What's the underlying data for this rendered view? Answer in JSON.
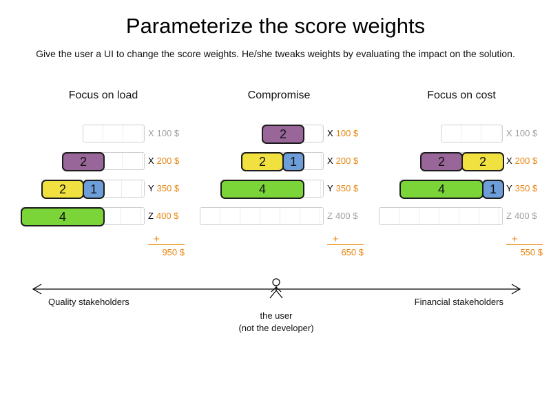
{
  "title": "Parameterize the score weights",
  "subtitle": "Give the user a UI to change the score weights. He/she tweaks weights by evaluating the impact on the solution.",
  "sum_plus": "+",
  "columns": [
    {
      "title": "Focus on load",
      "total": "950 $",
      "rows": [
        {
          "letter": "X",
          "price": "100 $",
          "capacity": 3,
          "used": false,
          "blocks": []
        },
        {
          "letter": "X",
          "price": "200 $",
          "capacity": 4,
          "used": true,
          "blocks": [
            {
              "value": "2",
              "color": "purple"
            }
          ]
        },
        {
          "letter": "Y",
          "price": "350 $",
          "capacity": 5,
          "used": true,
          "blocks": [
            {
              "value": "2",
              "color": "yellow"
            },
            {
              "value": "1",
              "color": "blue"
            }
          ]
        },
        {
          "letter": "Z",
          "price": "400 $",
          "capacity": 6,
          "used": true,
          "blocks": [
            {
              "value": "4",
              "color": "green"
            }
          ]
        }
      ]
    },
    {
      "title": "Compromise",
      "total": "650 $",
      "rows": [
        {
          "letter": "X",
          "price": "100 $",
          "capacity": 3,
          "used": true,
          "blocks": [
            {
              "value": "2",
              "color": "purple"
            }
          ]
        },
        {
          "letter": "X",
          "price": "200 $",
          "capacity": 4,
          "used": true,
          "blocks": [
            {
              "value": "2",
              "color": "yellow"
            },
            {
              "value": "1",
              "color": "blue"
            }
          ]
        },
        {
          "letter": "Y",
          "price": "350 $",
          "capacity": 5,
          "used": true,
          "blocks": [
            {
              "value": "4",
              "color": "green"
            }
          ]
        },
        {
          "letter": "Z",
          "price": "400 $",
          "capacity": 6,
          "used": false,
          "blocks": []
        }
      ]
    },
    {
      "title": "Focus on cost",
      "total": "550 $",
      "rows": [
        {
          "letter": "X",
          "price": "100 $",
          "capacity": 3,
          "used": false,
          "blocks": []
        },
        {
          "letter": "X",
          "price": "200 $",
          "capacity": 4,
          "used": true,
          "blocks": [
            {
              "value": "2",
              "color": "purple"
            },
            {
              "value": "2",
              "color": "yellow"
            }
          ]
        },
        {
          "letter": "Y",
          "price": "350 $",
          "capacity": 5,
          "used": true,
          "blocks": [
            {
              "value": "4",
              "color": "green"
            },
            {
              "value": "1",
              "color": "blue"
            }
          ]
        },
        {
          "letter": "Z",
          "price": "400 $",
          "capacity": 6,
          "used": false,
          "blocks": []
        }
      ]
    }
  ],
  "axis": {
    "left_label": "Quality stakeholders",
    "right_label": "Financial stakeholders",
    "user_line1": "the user",
    "user_line2": "(not the developer)"
  },
  "colors": {
    "purple": "#996699",
    "yellow": "#f0e040",
    "blue": "#6d9eda",
    "green": "#7bd538",
    "orange": "#e8860f",
    "unused": "#9e9e9e"
  }
}
